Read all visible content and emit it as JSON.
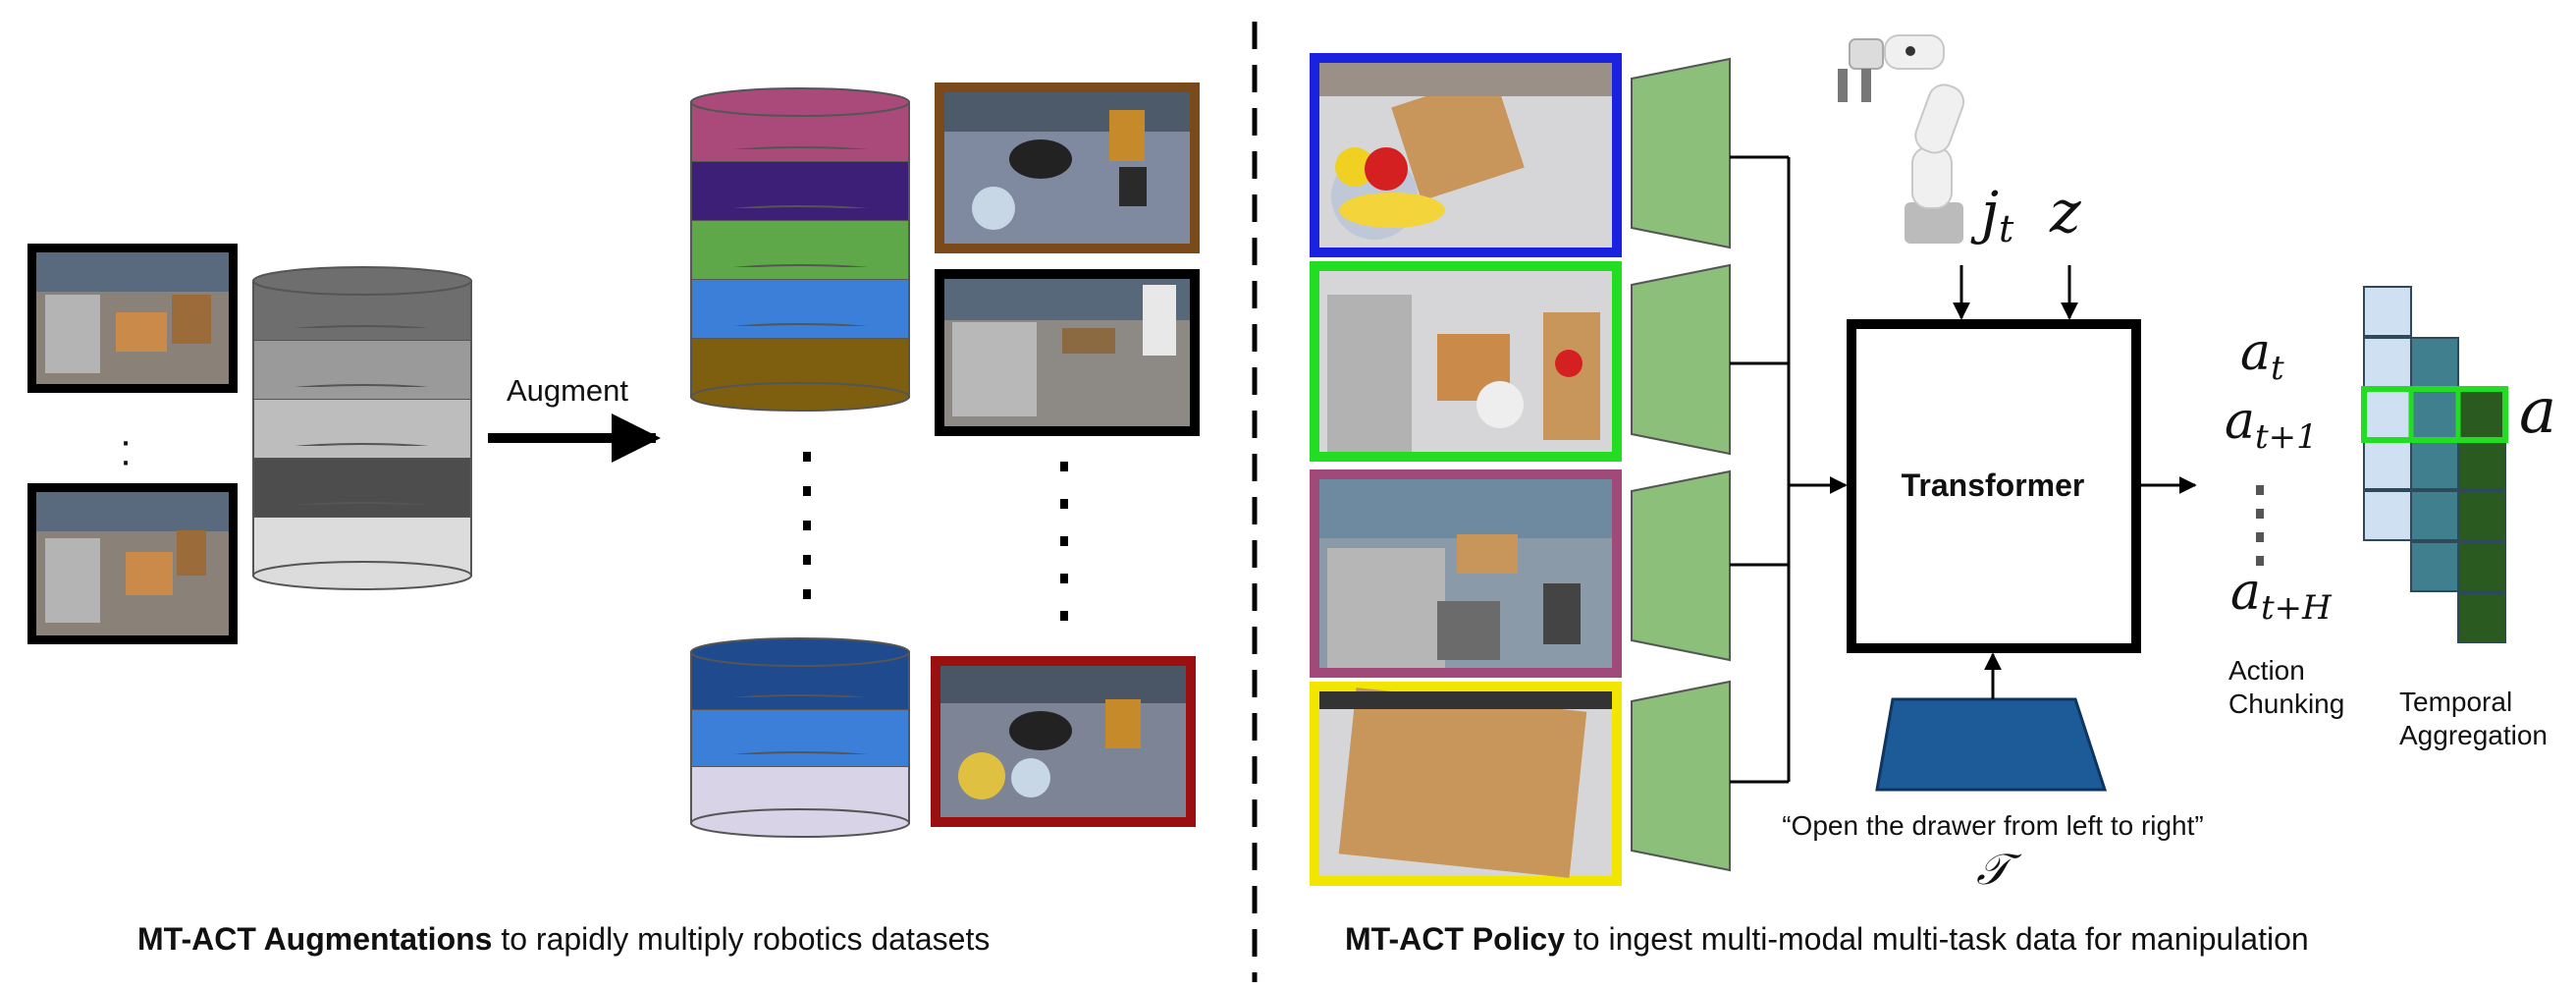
{
  "left_panel": {
    "augment_label": "Augment",
    "caption_bold": "MT-ACT Augmentations",
    "caption_rest": " to rapidly multiply robotics datasets",
    "colors": {
      "gray_stack": [
        "#6e6e6e",
        "#9a9a9a",
        "#bdbdbd",
        "#4d4d4d",
        "#dcdcdc"
      ],
      "color_stack": [
        "#a94a7a",
        "#3e1f78",
        "#5ea84a",
        "#3b7fd9",
        "#7d5f0f"
      ],
      "bottom_stack": [
        "#1f4a8e",
        "#3b7fd9",
        "#d9d3e8"
      ],
      "frame_colors": [
        "#7a4a1a",
        "#000000",
        "#9a1010"
      ]
    }
  },
  "right_panel": {
    "encoder_color": "#8cc07a",
    "camera_frame_colors": [
      "#1a22e0",
      "#22dd22",
      "#a04a7a",
      "#f2e600"
    ],
    "transformer_label": "Transformer",
    "instruction": "“Open the drawer from left to right”",
    "task_symbol": "𝒯",
    "joint_symbol": "j",
    "joint_sub": "t",
    "latent_symbol": "z",
    "action_labels": [
      {
        "base": "a",
        "sub": "t"
      },
      {
        "base": "a",
        "sub": "t+1"
      },
      {
        "base": "a",
        "sub": "t+H"
      }
    ],
    "action_chunking_label": [
      "Action",
      "Chunking"
    ],
    "temporal_aggregation_label": [
      "Temporal",
      "Aggregation"
    ],
    "aggregated_action_symbol": "a",
    "language_encoder_color": "#1c5a98",
    "caption_bold": "MT-ACT Policy",
    "caption_rest": " to ingest multi-modal multi-task data for manipulation"
  }
}
